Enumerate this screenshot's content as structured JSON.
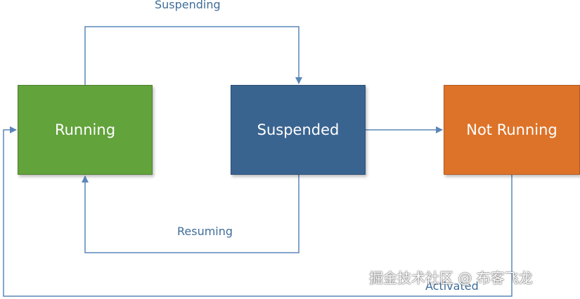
{
  "states": {
    "running": {
      "label": "Running",
      "color": "#62a33c"
    },
    "suspended": {
      "label": "Suspended",
      "color": "#3a6490"
    },
    "not_running": {
      "label": "Not Running",
      "color": "#dd7329"
    }
  },
  "transitions": {
    "suspending": "Suspending",
    "resuming": "Resuming",
    "activated": "Activated"
  },
  "watermark": "掘金技术社区 @ 布客飞龙",
  "colors": {
    "connector": "#5b86b8",
    "transition_label": "#3f6d99"
  }
}
